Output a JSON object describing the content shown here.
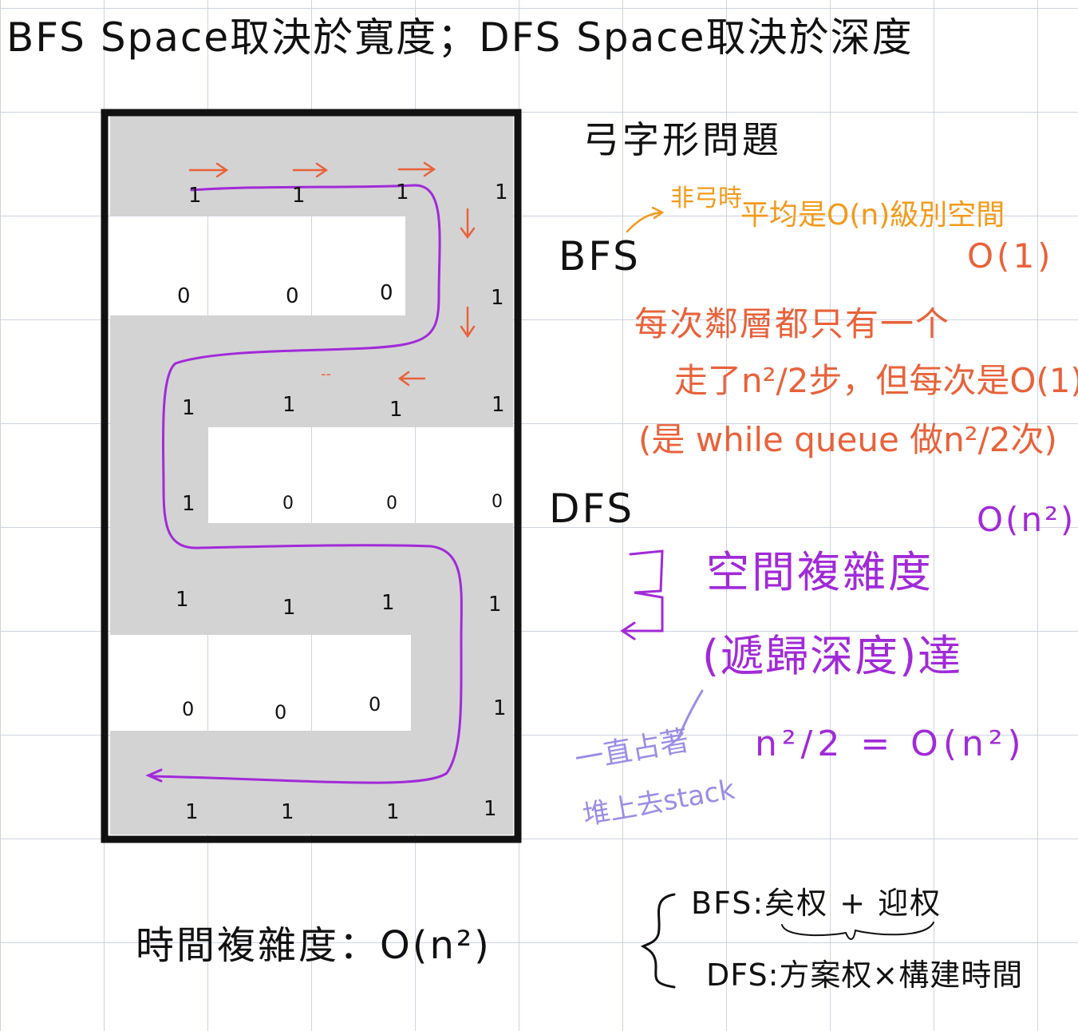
{
  "title": "BFS Space取決於寬度；DFS Space取決於深度",
  "heading": "弓字形問題",
  "bfs": {
    "label": "BFS",
    "note_line1": "非弓時",
    "note_line2": "平均是O(n)級別空間",
    "complexity": "O(1)",
    "explain_line1": "每次鄰層都只有一个",
    "explain_line2": "走了n²/2步，但每次是O(1)",
    "explain_line3": "(是 while queue 做n²/2次)"
  },
  "dfs": {
    "label": "DFS",
    "complexity": "O(n²)",
    "explain_line1": "空間複雜度",
    "explain_line2": "(遞歸深度)達",
    "formula": "n²/2 = O(n²)",
    "side_note_line1": "一直占著",
    "side_note_line2": "堆上去stack"
  },
  "time": {
    "label": "時間複雜度：O(n²)",
    "bfs_line": "BFS:矣权 + 迎权",
    "dfs_line": "DFS:方案权×構建時間"
  },
  "grid": {
    "rows": [
      [
        "1",
        "1",
        "1",
        "1"
      ],
      [
        "0",
        "0",
        "0",
        "1"
      ],
      [
        "1",
        "1",
        "1",
        "1"
      ],
      [
        "1",
        "0",
        "0",
        "0"
      ],
      [
        "1",
        "1",
        "1",
        "1"
      ],
      [
        "0",
        "0",
        "0",
        "1"
      ],
      [
        "1",
        "1",
        "1",
        "1"
      ]
    ],
    "extra_mark": "--"
  },
  "colors": {
    "ink": "#111111",
    "orange": "#e8623a",
    "purple": "#a12ad8",
    "lavender": "#9b8de6",
    "path_fill": "#d3d3d3"
  }
}
